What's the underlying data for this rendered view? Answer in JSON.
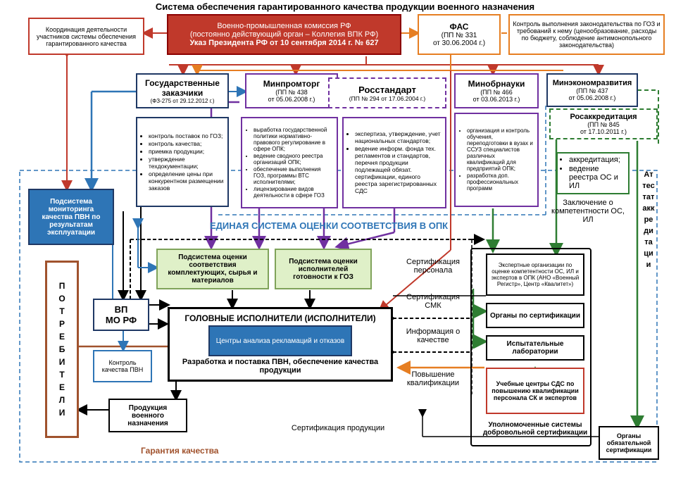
{
  "title": "Система обеспечения гарантированного  качества продукции военного назначения",
  "coord": "Координация деятельности участников системы обеспечения гарантированного качества",
  "vpk": {
    "line1": "Военно-промышленная комиссия РФ",
    "line2": "(постоянно действующий орган – Коллегия ВПК РФ)",
    "line3": "Указ Президента РФ от 10 сентября 2014 г. № 627"
  },
  "fas": {
    "title": "ФАС",
    "pp": "(ПП № 331",
    "date": "от 30.06.2004 г.)"
  },
  "fas_control": "Контроль выполнения законодательства по ГОЗ и требований к нему (ценообразование, расходы по бюджету, соблюдение антимонопольного законодательства)",
  "gz": {
    "title": "Государственные заказчики",
    "law": "(ФЗ-275 от 29.12.2012 г.)",
    "items": [
      "контроль поставок по ГОЗ;",
      "контроль качества;",
      "приемка продукции;",
      "утверждение техдокументации;",
      "определение цены при конкурентном размещении заказов"
    ]
  },
  "mpt": {
    "title": "Минпромторг",
    "pp": "(ПП № 438",
    "date": "от 05.06.2008 г.)",
    "items": [
      "выработка государственной политики нормативно-правового регулирование в сфере ОПК;",
      "ведение сводного реестра организаций ОПК;",
      "обеспечение выполнения ГОЗ, программы ВТС исполнителями;",
      "лицензирование видов деятельности в сфере ГОЗ"
    ]
  },
  "rst": {
    "title": "Росстандарт",
    "pp": "(ПП № 294 от 17.06.2004 г.)",
    "items": [
      "экспертиза, утверждение, учет национальных стандартов;",
      "ведение информ. фонда тех. регламентов и стандартов, перечня продукции подлежащей обязат. сертификации, единого реестра зарегистрированных СДС"
    ]
  },
  "mon": {
    "title": "Минобрнауки",
    "pp": "(ПП № 466",
    "date": "от 03.06.2013 г.)",
    "items": [
      "организация и контроль обучения, переподготовки в вузах и ССУЗ специалистов различных квалификаций для предприятий ОПК;",
      "разработка доп. профессиональных программ"
    ]
  },
  "mer": {
    "title": "Минэкономразвития",
    "pp": "(ПП № 437",
    "date": "от 05.06.2008 г.)"
  },
  "ra": {
    "title": "Росаккредитация",
    "pp": "(ПП № 845",
    "date": "от 17.10.2011 г.)",
    "items": [
      "аккредитация;",
      "ведение реестра ОС и ИЛ"
    ]
  },
  "zakl": "Заключение о компетентности ОС, ИЛ",
  "attest": "Аттестат аккредитации",
  "esoc": "ЕДИНАЯ  СИСТЕМА  ОЦЕНКИ  СООТВЕТСТВИЯ  В  ОПК",
  "monitor": "Подсистема мониторинга качества ПВН по результатам эксплуатации",
  "sub1": "Подсистема оценки соответствия комплектующих, сырья и материалов",
  "sub2": "Подсистема оценки исполнителей готовности к ГОЗ",
  "cert_pers": "Сертификация персонала",
  "cert_smk": "Сертификация СМК",
  "info_q": "Информация о качестве",
  "pov_kv": "Повышение квалификации",
  "cert_prod": "Сертификация  продукции",
  "consumers": "ПОТРЕБИТЕЛИ",
  "vp": {
    "line1": "ВП",
    "line2": "МО РФ"
  },
  "golovn": "ГОЛОВНЫЕ ИСПОЛНИТЕЛИ (ИСПОЛНИТЕЛИ)",
  "centers": "Центры анализа рекламаций и отказов",
  "razrab": "Разработка и поставка ПВН, обеспечение качества продукции",
  "kontrol": "Контроль качества ПВН",
  "prod": "Продукция военного назначения",
  "guarantee": "Гарантия качества",
  "expert": "Экспертные организации по оценке компетентности ОС, ИЛ и экспертов в ОПК (АНО «Военный Регистр», Центр «Квалитет»)",
  "organs": "Органы по сертификации",
  "labs": "Испытательные лаборатории",
  "uchebn": "Учебные центры СДС по повышению квалификации персонала СК и экспертов",
  "upoln": "Уполномоченные системы добровольной сертификации",
  "obyaz": "Органы обязательной сертификации",
  "colors": {
    "red": "#c0392b",
    "orange": "#e67e22",
    "blue": "#2e75b6",
    "purple": "#7030a0",
    "green": "#2e7d32",
    "brown": "#a0522d"
  }
}
